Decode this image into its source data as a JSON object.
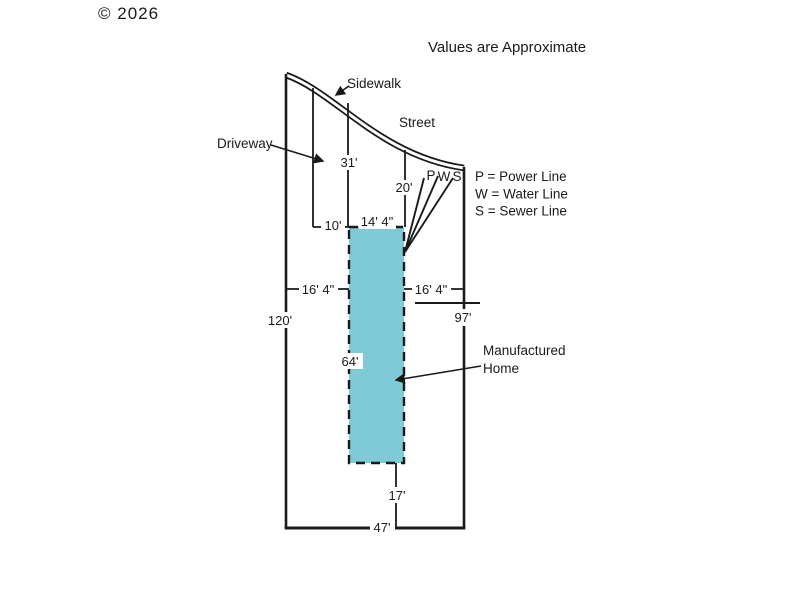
{
  "watermark": "© 2026",
  "title": "Values are Approximate",
  "labels": {
    "sidewalk": "Sidewalk",
    "street": "Street",
    "driveway": "Driveway",
    "home_line1": "Manufactured",
    "home_line2": "Home"
  },
  "utility_markers": {
    "power": "P",
    "water": "W",
    "sewer": "S"
  },
  "legend": {
    "power": "P = Power Line",
    "water": "W = Water Line",
    "sewer": "S = Sewer Line"
  },
  "dimensions": {
    "driveway_length": "31'",
    "home_to_street": "20'",
    "driveway_to_home": "10'",
    "home_width": "14' 4\"",
    "left_side": "16' 4\"",
    "right_side": "16' 4\"",
    "lot_left_side": "120'",
    "lot_right_side": "97'",
    "home_length": "64'",
    "home_to_rear": "17'",
    "lot_rear": "47'"
  },
  "colors": {
    "home_fill": "#7ecbd7",
    "line": "#1a1a1a",
    "watermark": "#b5b5b5"
  }
}
